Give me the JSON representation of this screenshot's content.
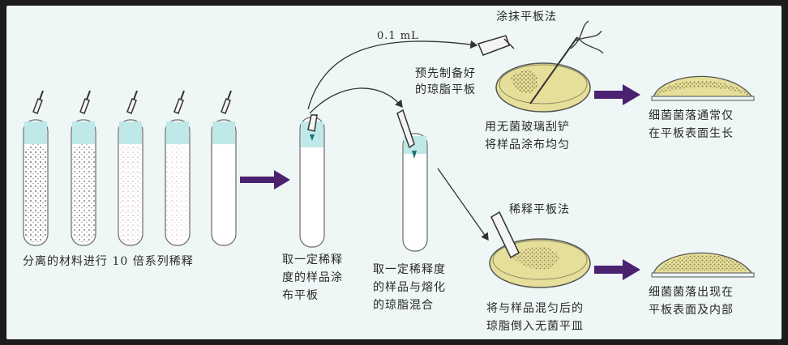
{
  "labels": {
    "dilution_series": "分离的材料进行 10 倍系列稀释",
    "volume": "0.1 mL",
    "spread_method": "涂抹平板法",
    "prepared_plate_l1": "预先制备好",
    "prepared_plate_l2": "的琼脂平板",
    "spread_step_l1": "用无菌玻璃刮铲",
    "spread_step_l2": "将样品涂布均匀",
    "surface_growth_l1": "细菌菌落通常仅",
    "surface_growth_l2": "在平板表面生长",
    "take_for_spread_l1": "取一定稀释",
    "take_for_spread_l2": "度的样品涂",
    "take_for_spread_l3": "布平板",
    "take_for_pour_l1": "取一定稀释度",
    "take_for_pour_l2": "的样品与熔化",
    "take_for_pour_l3": "的琼脂混合",
    "pour_method": "稀释平板法",
    "pour_step_l1": "将与样品混匀后的",
    "pour_step_l2": "琼脂倒入无菌平皿",
    "in_agar_growth_l1": "细菌菌落出现在",
    "in_agar_growth_l2": "平板表面及内部"
  },
  "colors": {
    "panel_bg": "#eef6f6",
    "arrow": "#4b2270",
    "agar": "#e6df9a",
    "cyan_liquid": "#bfe9e8",
    "colony": "#7d7a45"
  },
  "icons": [
    "pipette-icon",
    "test-tube-icon",
    "petri-dish-icon",
    "spreader-icon",
    "colony-dome-icon",
    "flow-arrow-icon"
  ]
}
